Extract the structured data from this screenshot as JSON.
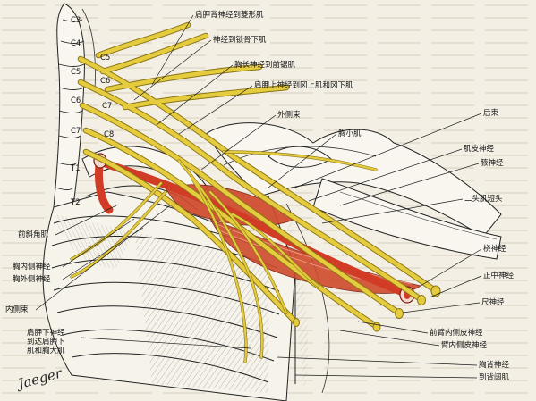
{
  "vertebrae": [
    "C3",
    "C4",
    "C5",
    "C6",
    "C7",
    "T1",
    "T2"
  ],
  "roots": [
    "C5",
    "C6",
    "C7",
    "C8"
  ],
  "labels": {
    "dorsal_scapular": "肩胛背神经到菱形肌",
    "subclavius": "神经到锁骨下肌",
    "long_thoracic": "胸长神经到前锯肌",
    "suprascapular": "肩胛上神经到冈上肌和冈下肌",
    "lateral_cord": "外侧束",
    "pectoralis_minor": "胸小肌",
    "posterior_cord": "后束",
    "musculocutaneous": "肌皮神经",
    "axillary": "腋神经",
    "biceps_short": "二头肌短头",
    "scalene_anterior": "前斜角肌",
    "radial": "桡神经",
    "median": "正中神经",
    "lateral_pectoral": "胸内侧神经",
    "medial_pectoral": "胸外侧神经",
    "ulnar": "尺神经",
    "medial_cord": "内侧束",
    "medial_antebrachial": "前臂内侧皮神经",
    "lower_subscapular": "肩胛下神经\n到达肩胛下\n肌和胸大肌",
    "medial_brachial": "臂内侧皮神经",
    "thoracodorsal": "胸背神经",
    "latissimus": "到背阔肌"
  },
  "signature": "Jaeger",
  "colors": {
    "nerve": "#e4cc3e",
    "nerve_edge": "#8a7413",
    "artery": "#d23b26",
    "muscle": "#cf4a2c",
    "bone": "#f6f3ea",
    "ink": "#1b1b1b"
  }
}
